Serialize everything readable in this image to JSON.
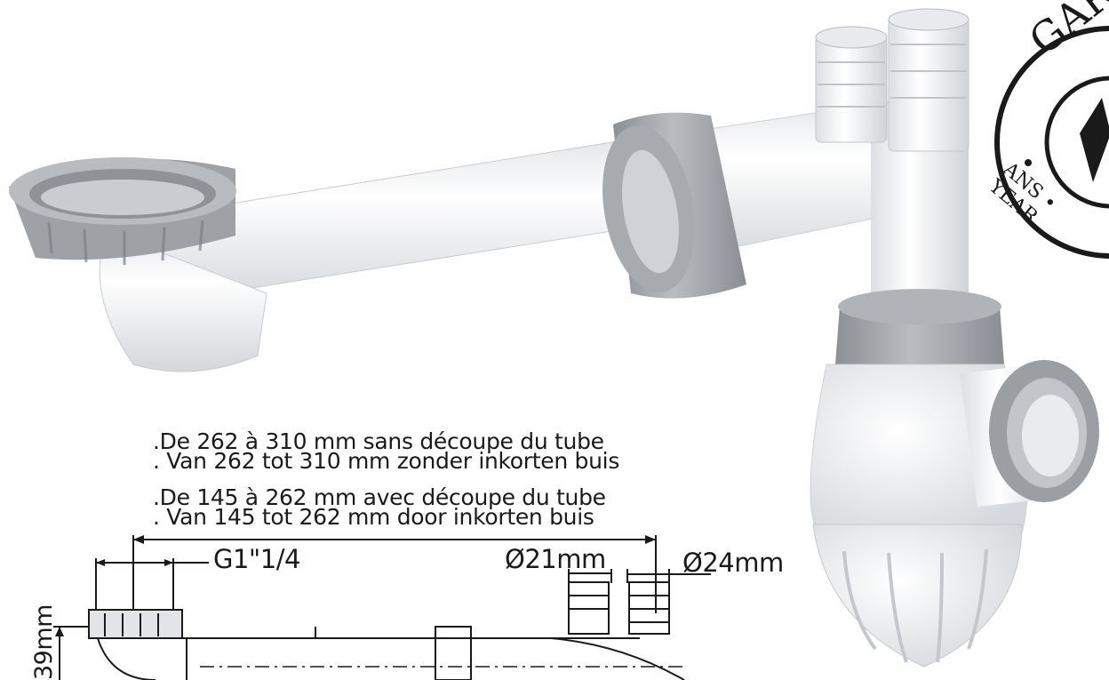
{
  "specs": {
    "line1_fr": ".De 262 à 310 mm sans découpe du tube",
    "line1_nl": ". Van 262 tot 310 mm zonder inkorten buis",
    "line2_fr": ".De 145 à 262 mm avec découpe du tube",
    "line2_nl": ". Van 145 tot 262 mm door inkorten buis"
  },
  "dimensions": {
    "thread": "G1\"1/4",
    "inlet_small": "Ø21mm",
    "inlet_large": "Ø24mm",
    "height": "39mm"
  },
  "badge": {
    "text_top": "GAR",
    "text_bottom": "ANS • YEAR"
  },
  "colors": {
    "pipe_white": "#f1f2f4",
    "ring_grey": "#9fa3a8",
    "line_dark": "#1a1a1a"
  }
}
